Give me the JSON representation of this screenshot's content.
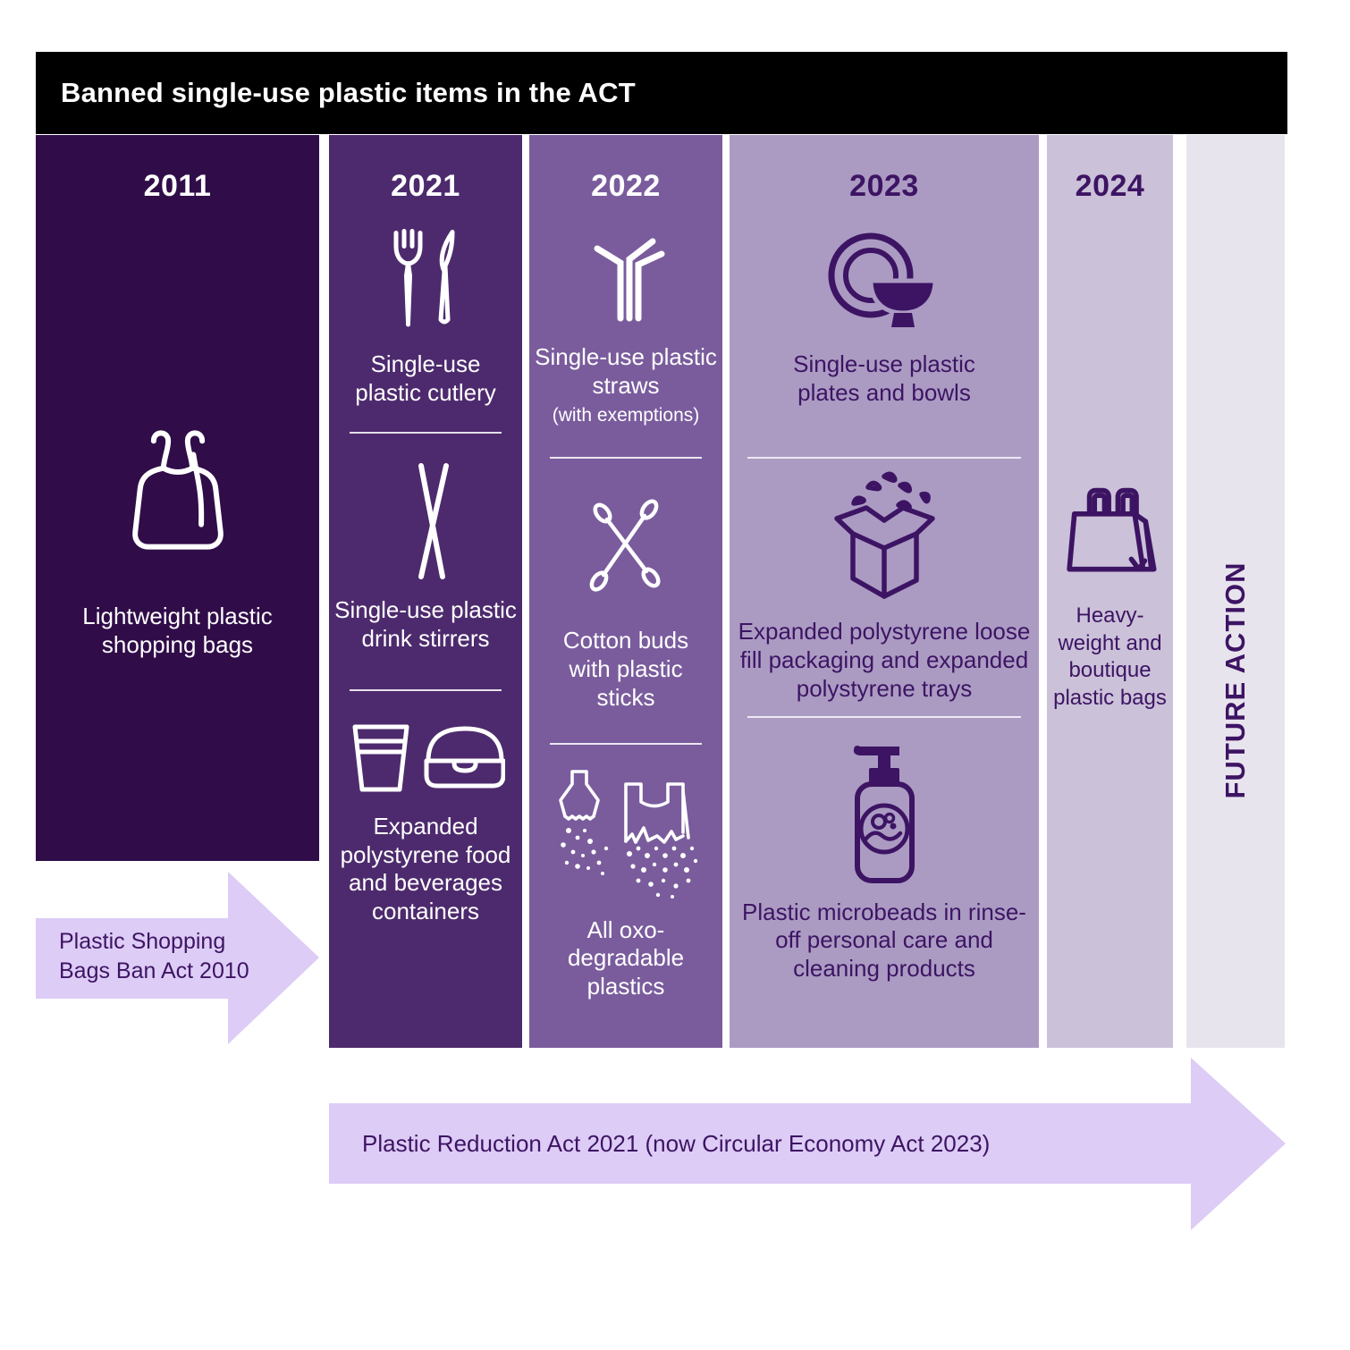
{
  "header": {
    "title": "Banned single-use plastic items in the ACT"
  },
  "columns": [
    {
      "year": "2011",
      "items": [
        {
          "icon": "shopping-bag",
          "label": "Lightweight plastic shopping bags"
        }
      ]
    },
    {
      "year": "2021",
      "items": [
        {
          "icon": "cutlery",
          "label": "Single-use plastic cutlery"
        },
        {
          "icon": "drink-stirrers",
          "label": "Single-use plastic drink stirrers"
        },
        {
          "icon": "foam-containers",
          "label": "Expanded polystyrene food and beverages containers"
        }
      ]
    },
    {
      "year": "2022",
      "items": [
        {
          "icon": "straws",
          "label": "Single-use plastic straws",
          "note": "(with exemptions)"
        },
        {
          "icon": "cotton-buds",
          "label": "Cotton buds with plastic sticks"
        },
        {
          "icon": "oxo-degradable",
          "label": "All oxo-degradable plastics"
        }
      ]
    },
    {
      "year": "2023",
      "items": [
        {
          "icon": "plates-bowls",
          "label": "Single-use plastic plates and bowls"
        },
        {
          "icon": "loose-fill-box",
          "label": "Expanded polystyrene loose fill packaging and expanded polystyrene trays"
        },
        {
          "icon": "pump-bottle",
          "label": "Plastic microbeads in rinse-off personal care and cleaning products"
        }
      ]
    },
    {
      "year": "2024",
      "items": [
        {
          "icon": "boutique-bag",
          "label": "Heavy-weight and boutique plastic bags"
        }
      ]
    },
    {
      "year": "",
      "future_label": "FUTURE ACTION"
    }
  ],
  "arrows": {
    "left": {
      "label": "Plastic Shopping Bags Ban Act 2010"
    },
    "bottom": {
      "label": "Plastic Reduction Act 2021 (now Circular Economy Act 2023)"
    }
  },
  "colors": {
    "black": "#000000",
    "c2011": "#300d49",
    "c2021": "#4d2a6d",
    "c2022": "#7a5c9d",
    "c2023": "#ab9bc3",
    "c2024": "#cbc1d9",
    "cfuture": "#e8e4ee",
    "dark": "#3d1463",
    "arrow": "#ddccf6"
  }
}
